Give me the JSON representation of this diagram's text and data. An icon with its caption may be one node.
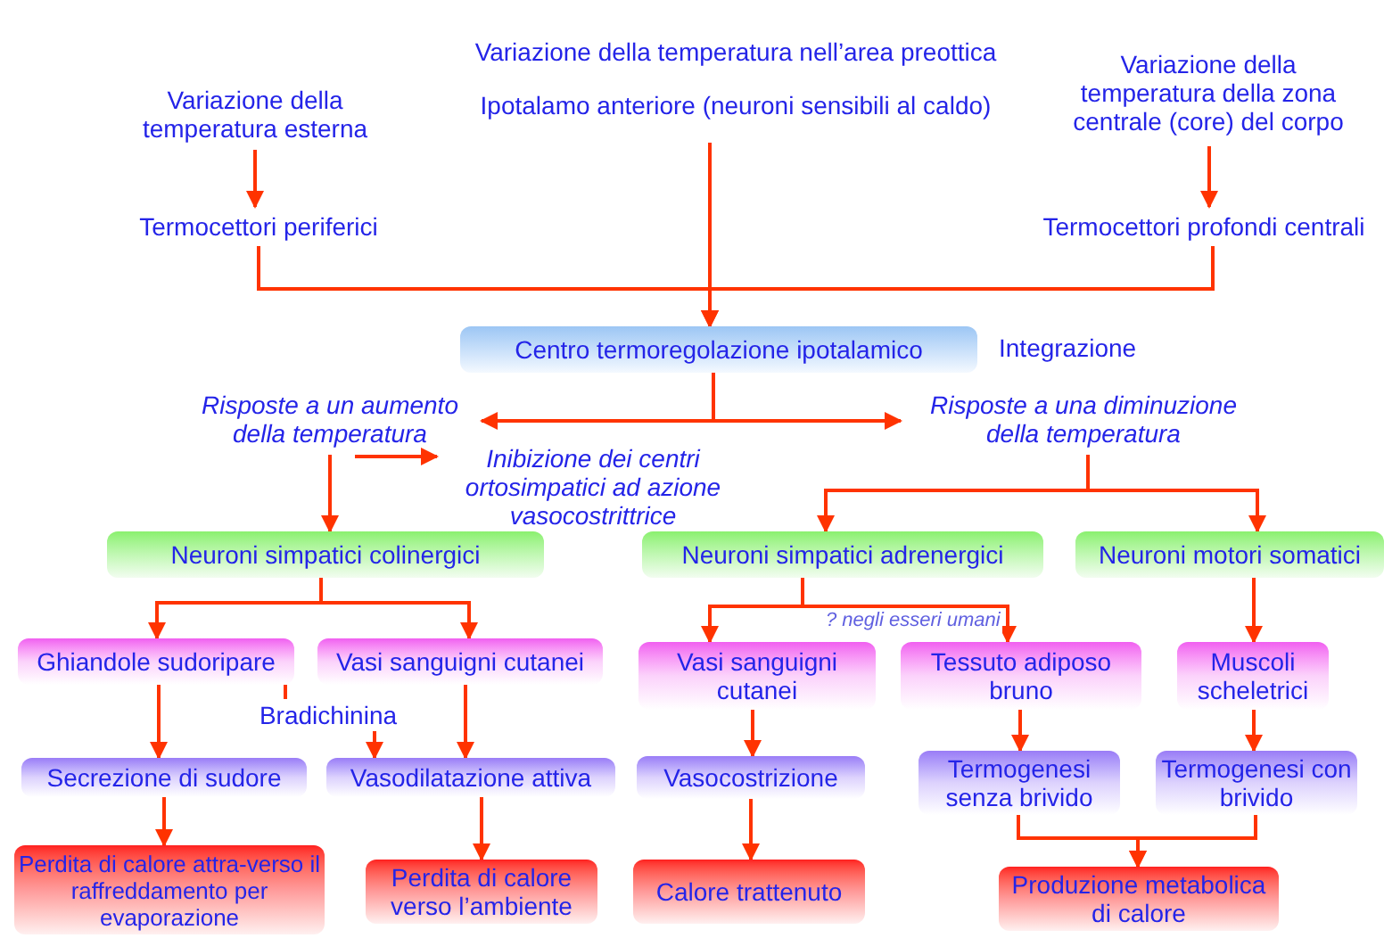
{
  "diagram": {
    "nodes": [
      {
        "text": [
          "Variazione della temperatura esterna"
        ]
      },
      {
        "text": [
          "Termocettori periferici"
        ]
      },
      {
        "text": [
          "Variazione della temperatura nell’area preottica",
          "Ipotalamo anteriore (neuroni sensibili al caldo)"
        ]
      },
      {
        "text": [
          "Variazione della temperatura della zona centrale (core) del corpo"
        ]
      },
      {
        "text": [
          "Termocettori profondi centrali"
        ]
      },
      {
        "text": [
          "Centro termoregolazione ipotalamico"
        ],
        "beside": [
          "Integrazione"
        ]
      },
      {
        "text": [
          "Risposte a un aumento della temperatura"
        ]
      },
      {
        "text": [
          "Inibizione dei centri ortosimpatici ad azione vasocostrittrice"
        ]
      },
      {
        "text": [
          "Risposte a una diminuzione della temperatura"
        ]
      },
      {
        "text": [
          "Neuroni simpatici colinergici"
        ]
      },
      {
        "text": [
          "Neuroni simpatici adrenergici"
        ]
      },
      {
        "text": [
          "Neuroni motori somatici"
        ]
      },
      {
        "text": [
          "Ghiandole sudoripare"
        ]
      },
      {
        "text": [
          "Vasi sanguigni cutanei"
        ]
      },
      {
        "text": [
          "Vasi sanguigni cutanei"
        ]
      },
      {
        "text": [
          "Tessuto adiposo bruno"
        ]
      },
      {
        "text": [
          "Muscoli scheletrici"
        ]
      },
      {
        "text": [
          "Bradichinina"
        ]
      },
      {
        "text": [
          "Secrezione di sudore"
        ]
      },
      {
        "text": [
          "Vasodilatazione attiva"
        ]
      },
      {
        "text": [
          "Vasocostrizione"
        ]
      },
      {
        "text": [
          "Termogenesi senza brivido"
        ]
      },
      {
        "text": [
          "Termogenesi con brivido"
        ]
      },
      {
        "text": [
          "Perdita di calore attra-verso il raffreddamento per evaporazione"
        ]
      },
      {
        "text": [
          "Perdita di calore verso l’ambiente"
        ]
      },
      {
        "text": [
          "Calore trattenuto"
        ]
      },
      {
        "text": [
          "Produzione metabolica di calore"
        ]
      }
    ],
    "edges": [
      {
        "from": 0,
        "to": 1,
        "arrow": "to"
      },
      {
        "from": 1,
        "to": 5,
        "arrow": "to"
      },
      {
        "from": 4,
        "to": 5,
        "arrow": "to"
      },
      {
        "from": 2,
        "to": 5,
        "arrow": "to"
      },
      {
        "from": 3,
        "to": 4,
        "arrow": "to"
      },
      {
        "from": 5,
        "to": 6,
        "arrow": "to"
      },
      {
        "from": 5,
        "to": 8,
        "arrow": "to"
      },
      {
        "from": 6,
        "to": 7,
        "arrow": "to"
      },
      {
        "from": 6,
        "to": 9,
        "arrow": "to"
      },
      {
        "from": 8,
        "to": 10,
        "arrow": "to"
      },
      {
        "from": 8,
        "to": 11,
        "arrow": "to"
      },
      {
        "from": 9,
        "to": 12,
        "arrow": "to"
      },
      {
        "from": 9,
        "to": 13,
        "arrow": "to"
      },
      {
        "from": 10,
        "to": 14,
        "arrow": "to"
      },
      {
        "from": 10,
        "to": 15,
        "arrow": "to",
        "label": "? negli esseri umani"
      },
      {
        "from": 11,
        "to": 16,
        "arrow": "to"
      },
      {
        "from": 12,
        "to": 18,
        "arrow": "to"
      },
      {
        "from": 13,
        "to": 19,
        "arrow": "to"
      },
      {
        "from": 12,
        "to": 17,
        "arrow": "none"
      },
      {
        "from": 17,
        "to": 19,
        "arrow": "to"
      },
      {
        "from": 14,
        "to": 20,
        "arrow": "to"
      },
      {
        "from": 15,
        "to": 21,
        "arrow": "to"
      },
      {
        "from": 16,
        "to": 22,
        "arrow": "to"
      },
      {
        "from": 18,
        "to": 23,
        "arrow": "to"
      },
      {
        "from": 19,
        "to": 24,
        "arrow": "to"
      },
      {
        "from": 20,
        "to": 25,
        "arrow": "to"
      },
      {
        "from": 21,
        "to": 26,
        "arrow": "to"
      },
      {
        "from": 22,
        "to": 26,
        "arrow": "to"
      }
    ]
  }
}
